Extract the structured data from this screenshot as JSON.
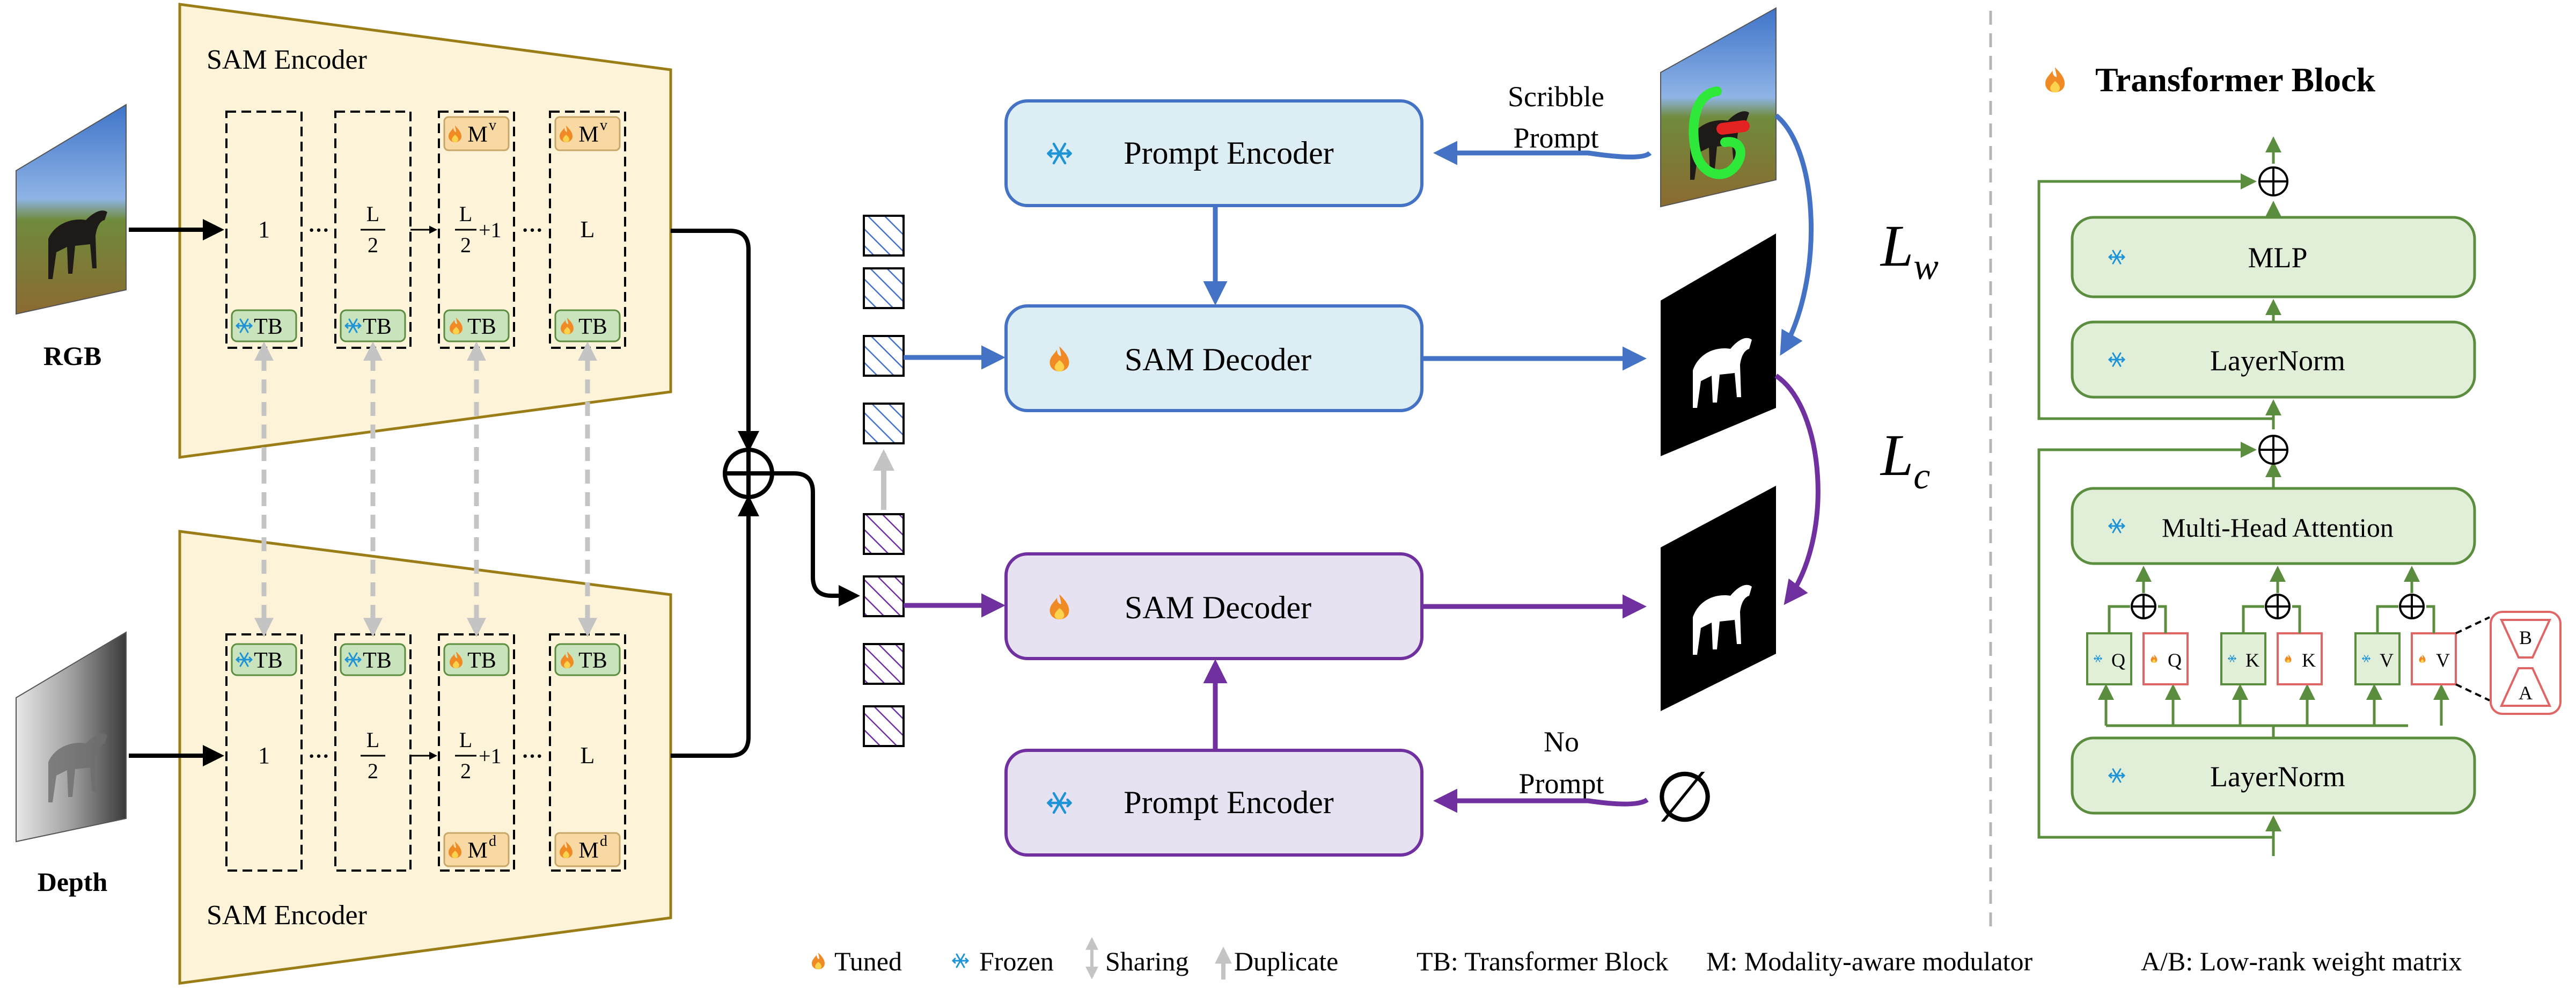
{
  "encoder": {
    "title_top": "SAM Encoder",
    "title_bottom": "SAM Encoder",
    "layers": {
      "first": "1",
      "half_num": "L",
      "half_den": "2",
      "plus_one": "+1",
      "last": "L"
    },
    "tb": "TB",
    "mv": "M",
    "mv_sup": "v",
    "md": "M",
    "md_sup": "d",
    "dots": "···"
  },
  "inputs": {
    "rgb": "RGB",
    "depth": "Depth"
  },
  "prompt_encoder_top": "Prompt Encoder",
  "prompt_encoder_bottom": "Prompt Encoder",
  "sam_decoder_top": "SAM Decoder",
  "sam_decoder_bottom": "SAM Decoder",
  "scribble_prompt": [
    "Scribble",
    "Prompt"
  ],
  "no_prompt": [
    "No",
    "Prompt"
  ],
  "empty_set": "∅",
  "losses": {
    "lw_main": "L",
    "lw_sub": "w",
    "lc_main": "L",
    "lc_sub": "c"
  },
  "transformer": {
    "title": "Transformer Block",
    "mlp": "MLP",
    "layernorm_top": "LayerNorm",
    "mha": "Multi-Head Attention",
    "layernorm_bottom": "LayerNorm",
    "q": "Q",
    "k": "K",
    "v": "V",
    "lora_b": "B",
    "lora_a": "A",
    "plus": "⊕"
  },
  "legend": [
    "Tuned",
    "Frozen",
    "Sharing",
    "Duplicate",
    "TB: Transformer Block",
    "M: Modality-aware  modulator",
    "A/B: Low-rank weight matrix"
  ],
  "colors": {
    "encoder_fill": "#fdf3d8",
    "encoder_border": "#9a7d16",
    "blue": "#4472c4",
    "blue_fill": "#dcedf3",
    "purple": "#7030a0",
    "purple_fill": "#e6e2f2",
    "green": "#5b8d3e",
    "green_fill": "#e2efd8",
    "red": "#e06666",
    "tb_fill": "#c9e3bd",
    "m_fill": "#f8d9a4"
  }
}
